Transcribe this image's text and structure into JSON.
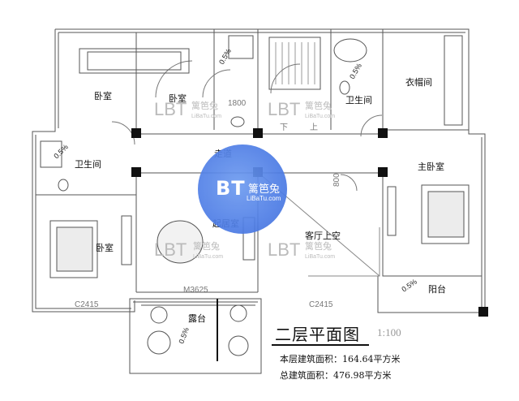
{
  "plan": {
    "rooms": {
      "bedroom_top_left": "卧室",
      "bedroom_top_mid": "卧室",
      "bath_top": "卫生间",
      "cloakroom": "衣帽间",
      "corridor": "走道",
      "master_bedroom": "主卧室",
      "bath_left": "卫生间",
      "living_room": "起居室",
      "hall_void": "客厅上空",
      "bedroom_left": "卧室",
      "balcony": "阳台",
      "terrace": "露台"
    },
    "tags": {
      "door_1800": "1800",
      "door_800": "800",
      "window_c2415_left": "C2415",
      "window_m3625": "M3625",
      "window_c2415_right": "C2415"
    },
    "slopes": {
      "s1": "0.5%",
      "s2": "0.5%",
      "s3": "0.5%",
      "s4": "0.5%",
      "s5": "0.5%"
    },
    "stair": {
      "down": "下",
      "up": "上"
    },
    "watermarks": {
      "brand_letters": "LBT",
      "brand_cn": "篱笆兔",
      "brand_url": "LiBaTu.com"
    }
  },
  "logo": {
    "letters": "BT",
    "cn": "篱笆兔",
    "url": "LiBaTu.com",
    "color": "#4f7ee6"
  },
  "title_block": {
    "title": "二层平面图",
    "scale": "1:100",
    "floor_area": "本层建筑面积：164.64平方米",
    "total_area": "总建筑面积：476.98平方米"
  }
}
